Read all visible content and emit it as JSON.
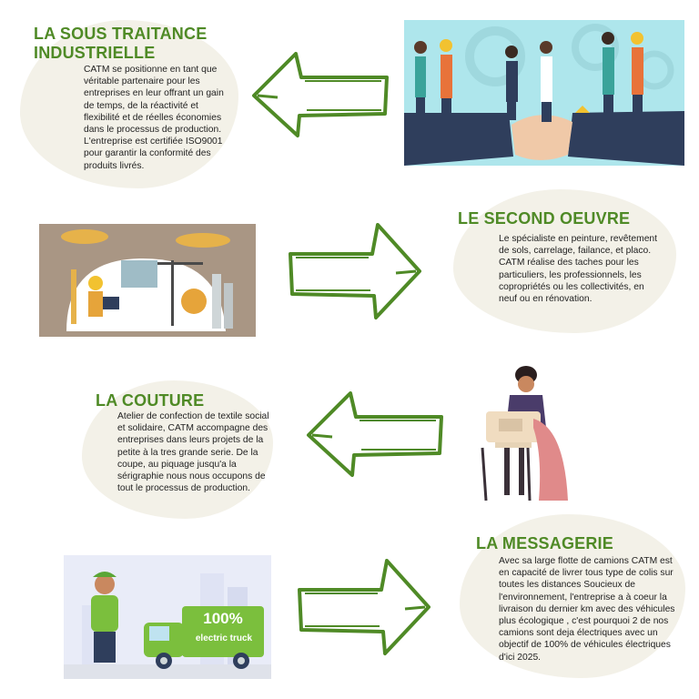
{
  "sections": [
    {
      "title_line1": "LA SOUS TRAITANCE",
      "title_line2": "INDUSTRIELLE",
      "text": "CATM se positionne en tant que véritable partenaire pour les entreprises en leur offrant un gain de temps, de la réactivité et flexibilité et de réelles économies dans le processus de production. L'entreprise est certifiée ISO9001 pour garantir la conformité des produits livrés."
    },
    {
      "title": "LE SECOND OEUVRE",
      "text": "Le spécialiste en peinture, revêtement de sols, carrelage, failance, et placo. CATM réalise des taches pour les particuliers, les professionnels, les copropriétés ou les collectivités, en neuf ou en rénovation."
    },
    {
      "title": "LA COUTURE",
      "text": "Atelier de confection de textile social et solidaire, CATM accompagne des entreprises dans leurs projets de la petite à la tres grande serie. De la coupe, au piquage jusqu'a la sérigraphie nous nous occupons de tout le processus de production."
    },
    {
      "title": "LA MESSAGERIE",
      "text": "Avec sa large flotte de camions CATM est en capacité de livrer tous type de colis sur toutes les distances Soucieux de l'environnement, l'entreprise a à coeur la livraison du dernier km avec des véhicules plus écologique , c'est pourquoi 2 de nos camions sont deja électriques avec un objectif de 100% de véhicules électriques d'ici 2025."
    }
  ],
  "truck": {
    "badge": "100%",
    "label": "electric truck"
  },
  "colors": {
    "accent": "#4f8a26",
    "blob": "#f3f1e8",
    "arrow_fill": "#ffffff",
    "arrow_stroke": "#4f8a26"
  },
  "icons": [
    "left-arrow-icon",
    "right-arrow-icon",
    "handshake-illustration",
    "construction-illustration",
    "seamstress-illustration",
    "electric-truck-illustration"
  ]
}
